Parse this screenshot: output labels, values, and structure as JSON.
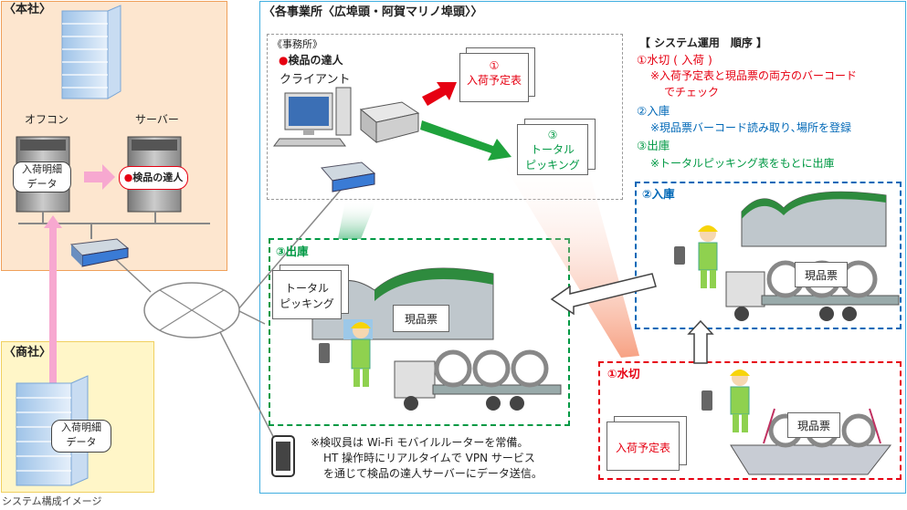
{
  "hq": {
    "title": "〈本社〉",
    "office_label": "オフコン",
    "server_label": "サーバー",
    "data_label_1": "入荷明細",
    "data_label_2": "データ",
    "logo_text": "検品の達人"
  },
  "trader": {
    "title": "〈商社〉",
    "data_label_1": "入荷明細",
    "data_label_2": "データ"
  },
  "sites": {
    "title": "〈各事業所〈広埠頭・阿賀マリノ埠頭〉〉"
  },
  "office": {
    "title": "《事務所》",
    "logo_text": "検品の達人",
    "client_label": "クライアント"
  },
  "docs": {
    "arrival_schedule_num": "①",
    "arrival_schedule": "入荷予定表",
    "picking_num": "③",
    "picking_1": "トータル",
    "picking_2": "ピッキング"
  },
  "procedure": {
    "title": "【 システム運用　順序 】",
    "step1": "①水切 ( 入荷 )",
    "step1_note_1": "※入荷予定表と現品票の両方のバーコード",
    "step1_note_2": "でチェック",
    "step2": "②入庫",
    "step2_note": "※現品票バーコード読み取り､場所を登録",
    "step3": "③出庫",
    "step3_note": "※トータルピッキング表をもとに出庫"
  },
  "box_in": {
    "title": "②入庫",
    "ticket": "現品票"
  },
  "box_out": {
    "title": "③出庫",
    "picking_1": "トータル",
    "picking_2": "ピッキング",
    "ticket": "現品票"
  },
  "box_unload": {
    "title": "①水切",
    "schedule": "入荷予定表",
    "ticket": "現品票"
  },
  "note": {
    "line1": "※検収員は Wi-Fi モバイルルーターを常備。",
    "line2": "HT 操作時にリアルタイムで VPN サービス",
    "line3": "を通じて検品の達人サーバーにデータ送信。"
  },
  "caption": "システム構成イメージ",
  "colors": {
    "hq_bg": "#fde6cf",
    "hq_border": "#f0a05a",
    "trader_bg": "#fff6c8",
    "trader_border": "#f0d060",
    "site_border": "#40aee0",
    "red": "#e60012",
    "green": "#009944",
    "blue_dash": "#0068b7"
  }
}
